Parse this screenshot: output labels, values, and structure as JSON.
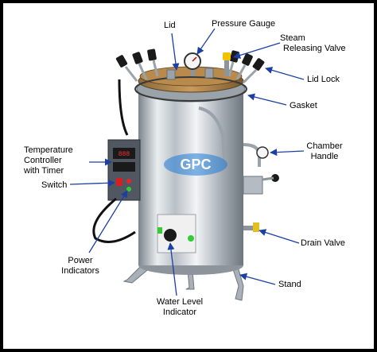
{
  "diagram": {
    "watermark": "GPC",
    "labels": {
      "lid": "Lid",
      "pressure_gauge": "Pressure Gauge",
      "steam_valve_line1": "Steam",
      "steam_valve_line2": "Releasing Valve",
      "lid_lock": "Lid Lock",
      "gasket": "Gasket",
      "chamber_handle_line1": "Chamber",
      "chamber_handle_line2": "Handle",
      "drain_valve": "Drain Valve",
      "stand": "Stand",
      "temp_line1": "Temperature",
      "temp_line2": "Controller",
      "temp_line3": "with Timer",
      "switch": "Switch",
      "power_line1": "Power",
      "power_line2": "Indicators",
      "water_line1": "Water Level",
      "water_line2": "Indicator"
    },
    "colors": {
      "arrow": "#1d3fa3",
      "steel": "#c7ccd2",
      "steel_dark": "#8d949c",
      "knob": "#1a1a1a"
    }
  }
}
